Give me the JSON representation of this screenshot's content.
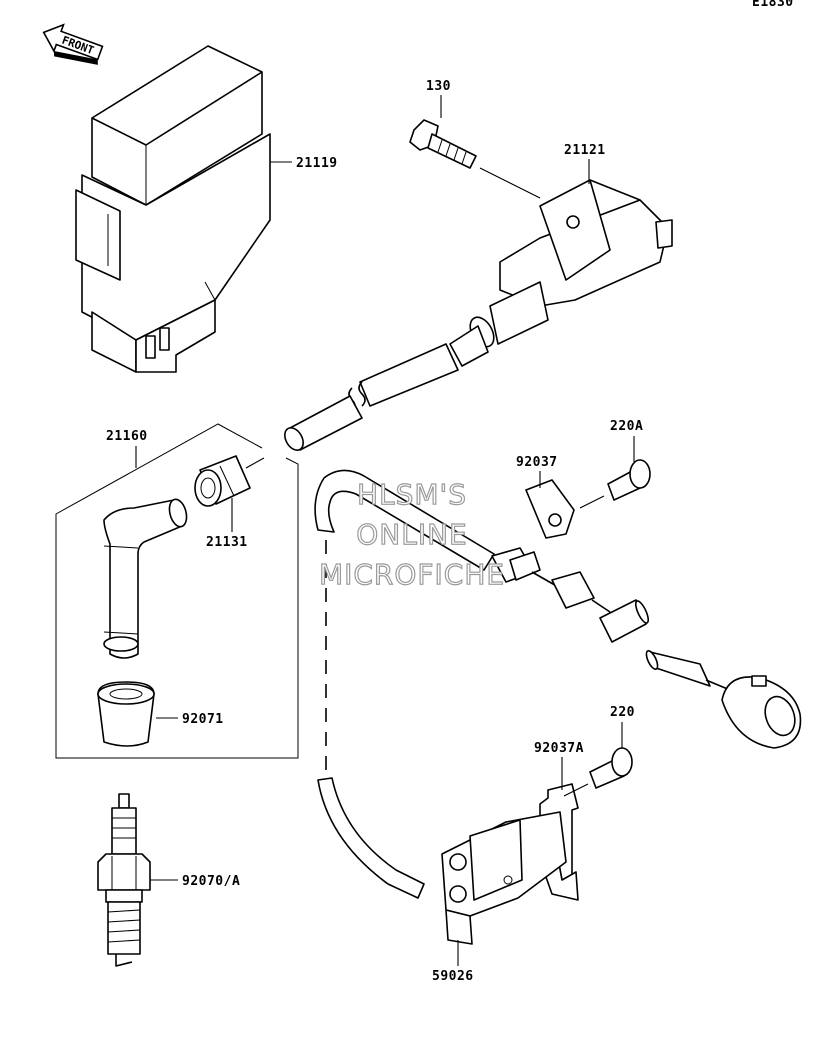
{
  "diagram_code": "E1830",
  "direction_arrow": {
    "label": "FRONT",
    "icon": "front-arrow-icon"
  },
  "watermark": [
    "HLSM'S",
    "ONLINE",
    "MICROFICHE"
  ],
  "parts": [
    {
      "number": "21119"
    },
    {
      "number": "130"
    },
    {
      "number": "21121"
    },
    {
      "number": "21160"
    },
    {
      "number": "21131"
    },
    {
      "number": "92071"
    },
    {
      "number": "92070/A"
    },
    {
      "number": "92037"
    },
    {
      "number": "220A"
    },
    {
      "number": "92037A"
    },
    {
      "number": "220"
    },
    {
      "number": "59026"
    }
  ]
}
